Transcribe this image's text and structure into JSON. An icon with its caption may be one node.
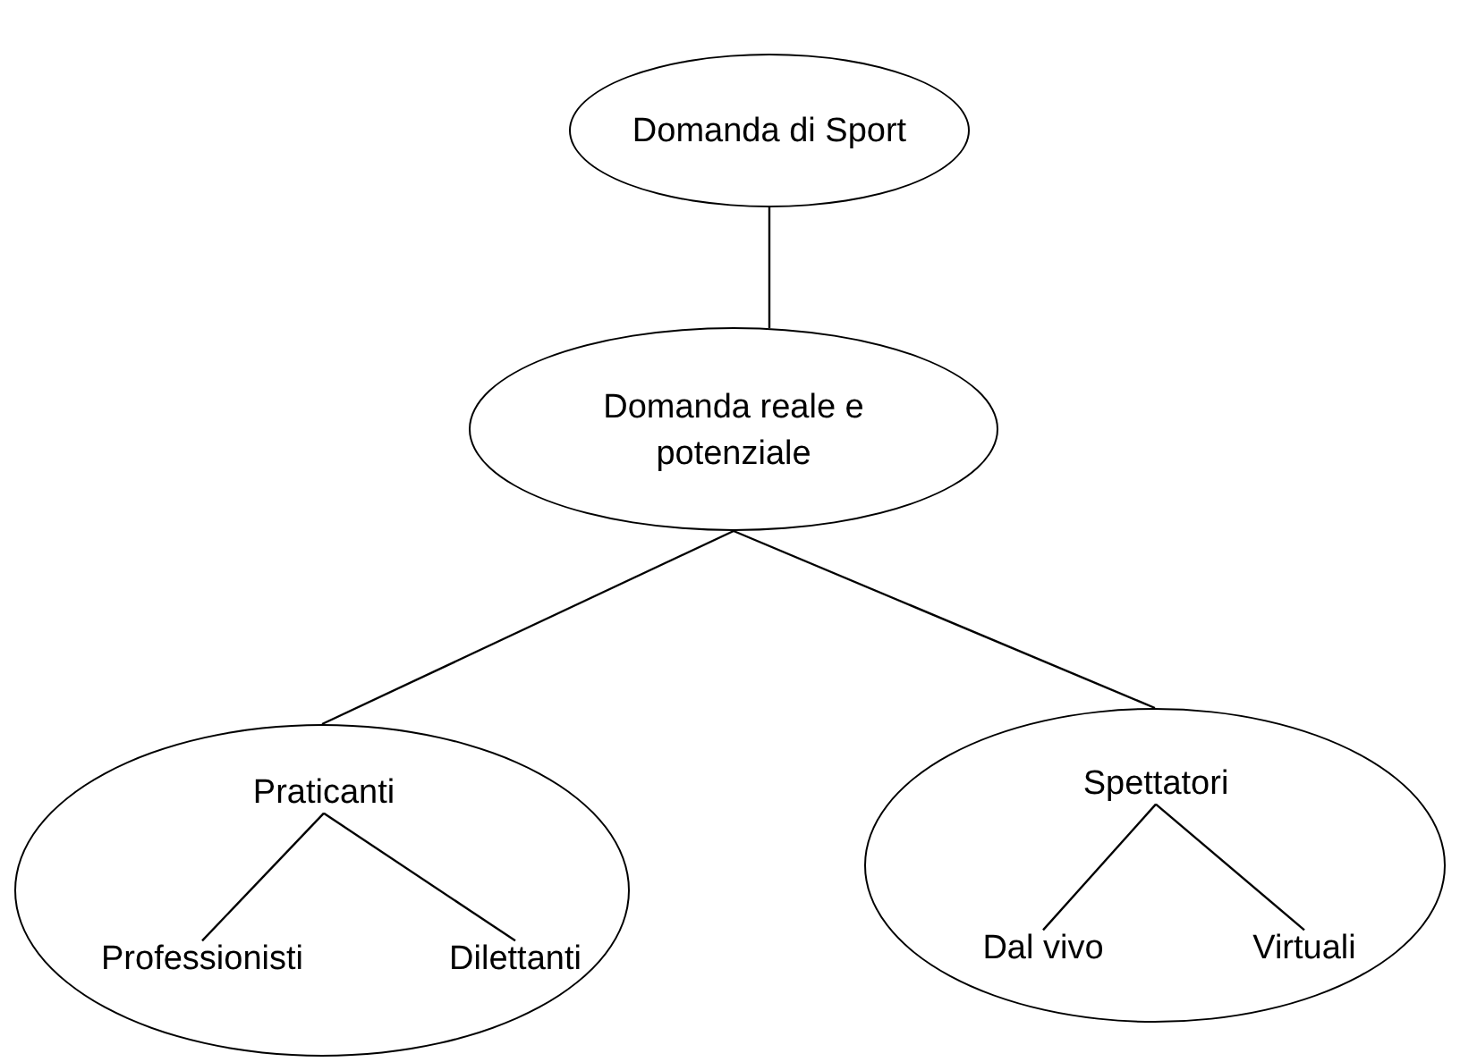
{
  "diagram": {
    "nodes": [
      {
        "text": [
          "Domanda di Sport"
        ]
      },
      {
        "text": [
          "Domanda reale e potenziale"
        ]
      },
      {
        "text": [],
        "shape": "ellipse"
      },
      {
        "text": [
          "Praticanti"
        ],
        "in": 2
      },
      {
        "text": [
          "Professionisti"
        ],
        "in": 2
      },
      {
        "text": [
          "Dilettanti"
        ],
        "in": 2
      },
      {
        "text": [],
        "shape": "ellipse"
      },
      {
        "text": [
          "Spettatori"
        ],
        "in": 6
      },
      {
        "text": [
          "Dal vivo"
        ],
        "in": 6
      },
      {
        "text": [
          "Virtuali"
        ],
        "in": 6
      }
    ],
    "edges": [
      {
        "from": 0,
        "to": 1,
        "arrow": "none"
      },
      {
        "from": 1,
        "to": 2,
        "arrow": "none"
      },
      {
        "from": 1,
        "to": 6,
        "arrow": "none"
      },
      {
        "from": 3,
        "to": 4,
        "arrow": "none"
      },
      {
        "from": 3,
        "to": 5,
        "arrow": "none"
      },
      {
        "from": 7,
        "to": 8,
        "arrow": "none"
      },
      {
        "from": 7,
        "to": 9,
        "arrow": "none"
      }
    ]
  }
}
